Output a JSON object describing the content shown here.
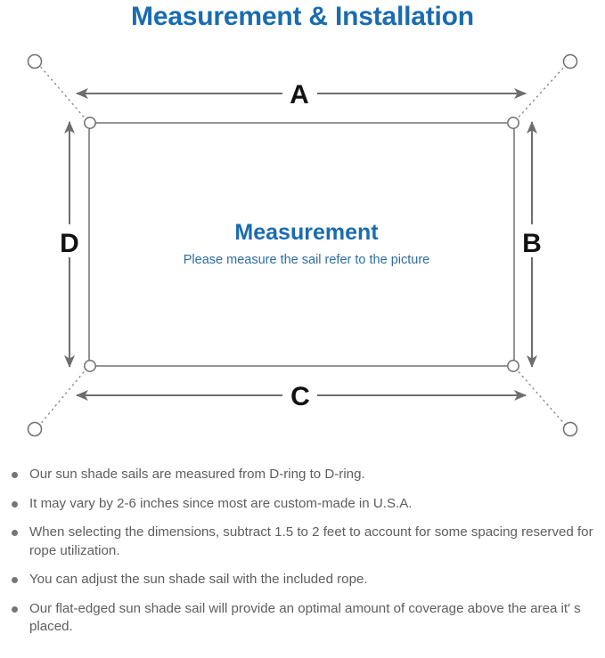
{
  "page": {
    "title": "Measurement & Installation",
    "title_color": "#1a6cb0",
    "background_color": "#ffffff"
  },
  "diagram": {
    "name": "sail-measurement-diagram",
    "sail": {
      "center_title": "Measurement",
      "center_subtitle": "Please measure the sail refer to the picture",
      "center_title_color": "#1a6cb0",
      "center_subtitle_color": "#2d6ea3",
      "outline_color": "#707070"
    },
    "dimension_labels": {
      "top": "A",
      "right": "B",
      "bottom": "C",
      "left": "D",
      "color": "#111111"
    },
    "arrow_color": "#6e6e6e",
    "rope_line_color": "#8a8a8a",
    "anchor_ring_color": "#6e6e6e",
    "d_rings": [
      "d-ring-top-left",
      "d-ring-top-right",
      "d-ring-bottom-left",
      "d-ring-bottom-right"
    ],
    "anchor_points": [
      "anchor-top-left",
      "anchor-top-right",
      "anchor-bottom-left",
      "anchor-bottom-right"
    ]
  },
  "notes": {
    "items": [
      "Our sun shade sails are measured from D-ring to D-ring.",
      "It may vary by 2-6 inches since most are custom-made in U.S.A.",
      "When selecting the dimensions, subtract 1.5 to 2 feet to account for some spacing reserved for rope utilization.",
      "You can adjust the sun shade sail with the included rope.",
      "Our flat-edged sun shade sail will provide an optimal amount of coverage above the area it′ s placed."
    ],
    "bullet_color": "#767676",
    "text_color": "#5e5e5e"
  }
}
